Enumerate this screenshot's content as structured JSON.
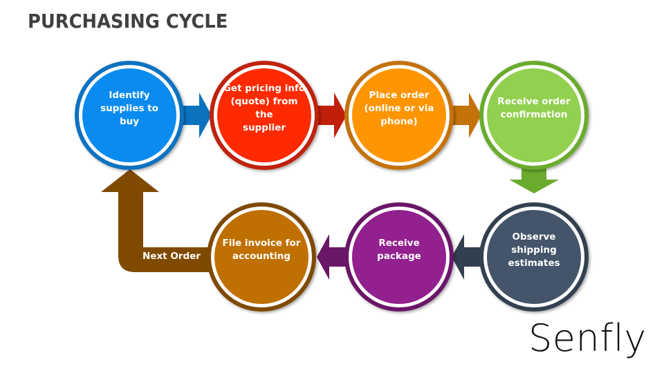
{
  "title": "PURCHASING CYCLE",
  "brand": "Senfly",
  "loop_label": "Next Order",
  "steps": [
    {
      "id": 1,
      "label": "Identify\nsupplies to\nbuy",
      "fill": "#0A8BF0",
      "ring": "#0B72C0",
      "arrow": "#0B72C0"
    },
    {
      "id": 2,
      "label": "Get pricing info\n(quote) from the\nsupplier",
      "fill": "#FF2A00",
      "ring": "#C0200A",
      "arrow": "#C0200A"
    },
    {
      "id": 3,
      "label": "Place order\n(online or via\nphone)",
      "fill": "#FF9500",
      "ring": "#C4720A",
      "arrow": "#C4720A"
    },
    {
      "id": 4,
      "label": "Receive order\nconfirmation",
      "fill": "#92D050",
      "ring": "#6AAB2E",
      "arrow": "#6AAB2E"
    },
    {
      "id": 5,
      "label": "Observe\nshipping\nestimates",
      "fill": "#44546A",
      "ring": "#323F4F",
      "arrow": "#323F4F"
    },
    {
      "id": 6,
      "label": "Receive\npackage",
      "fill": "#92208E",
      "ring": "#6A1768",
      "arrow": "#6A1768"
    },
    {
      "id": 7,
      "label": "File invoice for\naccounting",
      "fill": "#C07000",
      "ring": "#7F4A00",
      "arrow": "#7F4A00"
    }
  ]
}
